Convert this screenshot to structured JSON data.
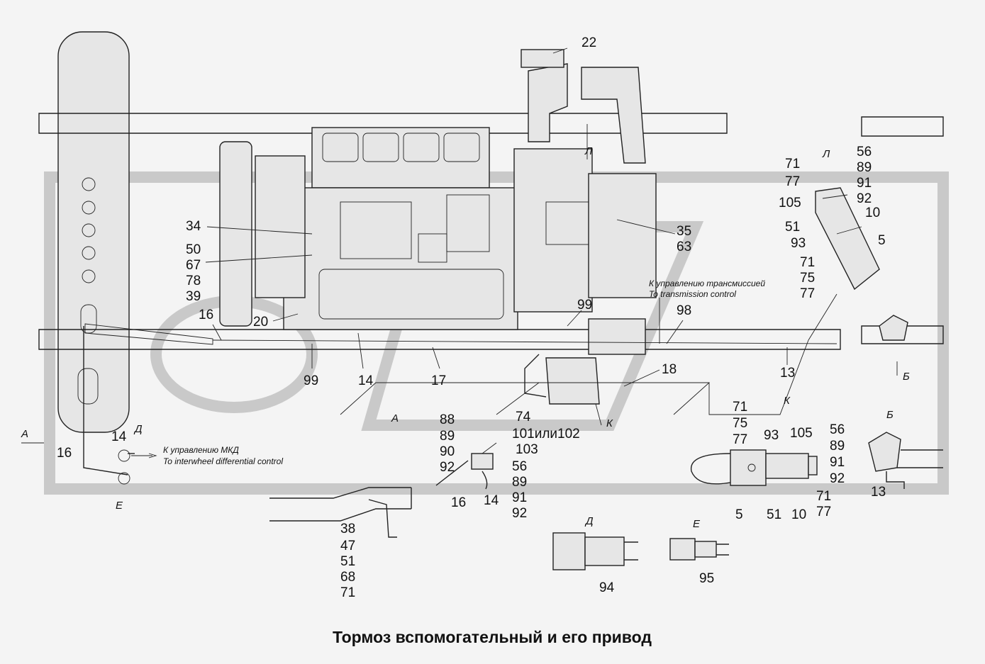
{
  "title": "Тормоз вспомогательный и его привод",
  "notes": {
    "mkd_ru": "К управлению МКД",
    "mkd_en": "To interwheel differential control",
    "trans_ru": "К управлению трансмиссией",
    "trans_en": "To transmission control"
  },
  "view_letters": {
    "A_main": "А",
    "A_detail": "А",
    "B_main": "Б",
    "B_detail": "Б",
    "D_main": "Д",
    "D_detail": "Д",
    "E_main": "Е",
    "E_detail": "Е",
    "K_main": "К",
    "K_detail": "К",
    "L_main": "Л",
    "L_detail": "Л"
  },
  "callouts": {
    "c22": "22",
    "c34": "34",
    "c50": "50",
    "c67": "67",
    "c78": "78",
    "c39": "39",
    "c20": "20",
    "c16a": "16",
    "c99a": "99",
    "c14a": "14",
    "c17": "17",
    "c99b": "99",
    "c98": "98",
    "c35": "35",
    "c63": "63",
    "c18": "18",
    "c13a": "13",
    "lA_71": "71",
    "lA_77": "77",
    "lA_56": "56",
    "lA_89": "89",
    "lA_91": "91",
    "lA_92": "92",
    "lA_105": "105",
    "lA_10": "10",
    "lA_51": "51",
    "lA_93": "93",
    "lA_5": "5",
    "lA_71b": "71",
    "lA_75": "75",
    "lA_77b": "77",
    "k_74": "74",
    "k_71": "71",
    "k_75": "75",
    "k_77": "77",
    "d_88": "88",
    "d_89": "89",
    "d_90": "90",
    "d_92": "92",
    "d_101": "101или102",
    "d_103": "103",
    "d_56": "56",
    "d_89b": "89",
    "d_91": "91",
    "d_92b": "92",
    "d_16": "16",
    "d_14": "14",
    "a_14": "14",
    "a_16": "16",
    "s_38": "38",
    "s_47": "47",
    "s_51": "51",
    "s_68": "68",
    "s_71": "71",
    "dd_94": "94",
    "ee_95": "95",
    "ld_93": "93",
    "ld_105": "105",
    "ld_56": "56",
    "ld_89": "89",
    "ld_91": "91",
    "ld_92": "92",
    "ld_71": "71",
    "ld_77": "77",
    "ld_5": "5",
    "ld_51": "51",
    "ld_10": "10",
    "b_13": "13"
  }
}
